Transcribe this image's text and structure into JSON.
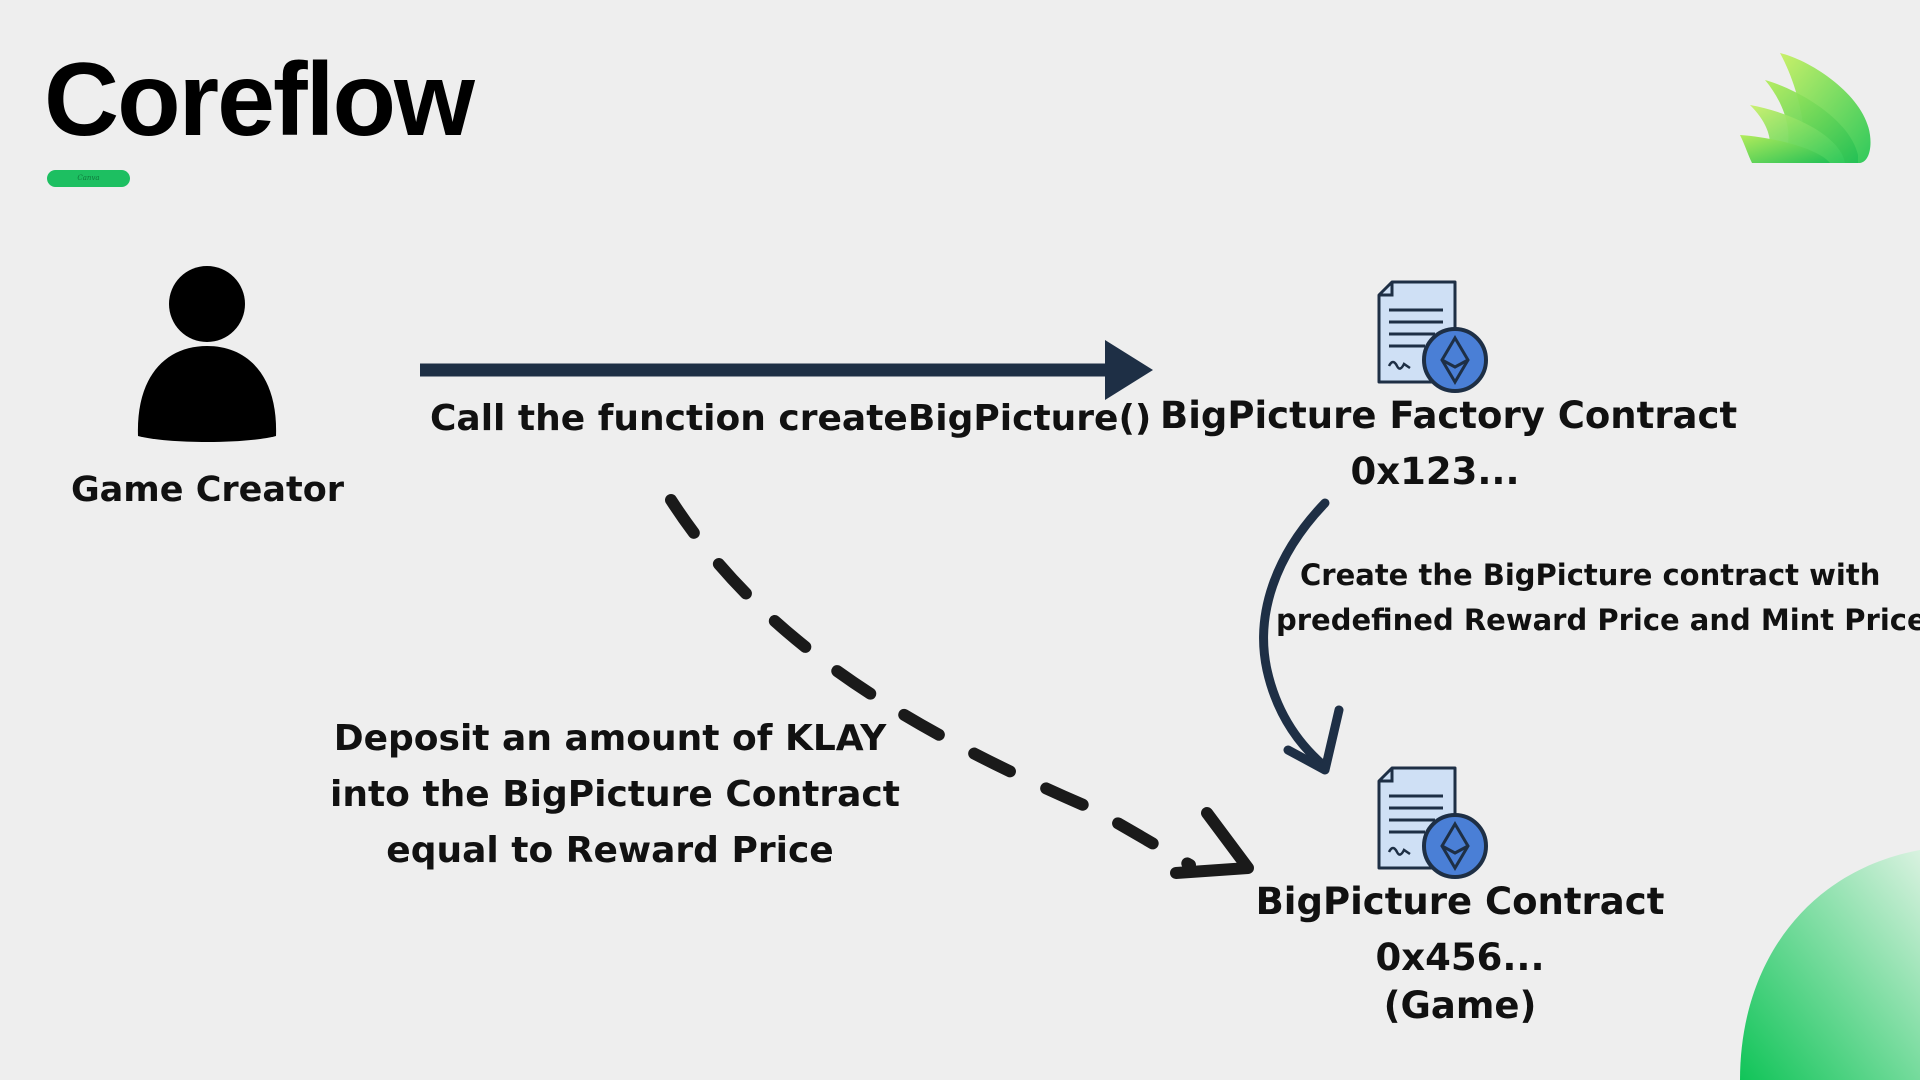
{
  "slide": {
    "title": "Coreflow",
    "title_tag": "Canva",
    "accent_color": "#1dbf61",
    "arrow_color": "#1e2f45"
  },
  "nodes": {
    "creator": {
      "label": "Game Creator",
      "icon": "person-icon"
    },
    "factory": {
      "name": "BigPicture Factory Contract",
      "address": "0x123...",
      "icon": "ethereum-contract-icon"
    },
    "bigpicture": {
      "name": "BigPicture Contract",
      "address": "0x456...",
      "note": "(Game)",
      "icon": "ethereum-contract-icon"
    }
  },
  "edges": {
    "call": {
      "label": "Call the function createBigPicture()"
    },
    "create": {
      "line1": "Create the BigPicture contract with",
      "line2": "predefined Reward Price and Mint Price."
    },
    "deposit": {
      "line1": "Deposit an amount of KLAY",
      "line2": "into the BigPicture Contract",
      "line3": "equal to Reward Price"
    }
  },
  "decor": {
    "logo": "green-leaf-logo",
    "corner": "green-quarter-circle"
  }
}
